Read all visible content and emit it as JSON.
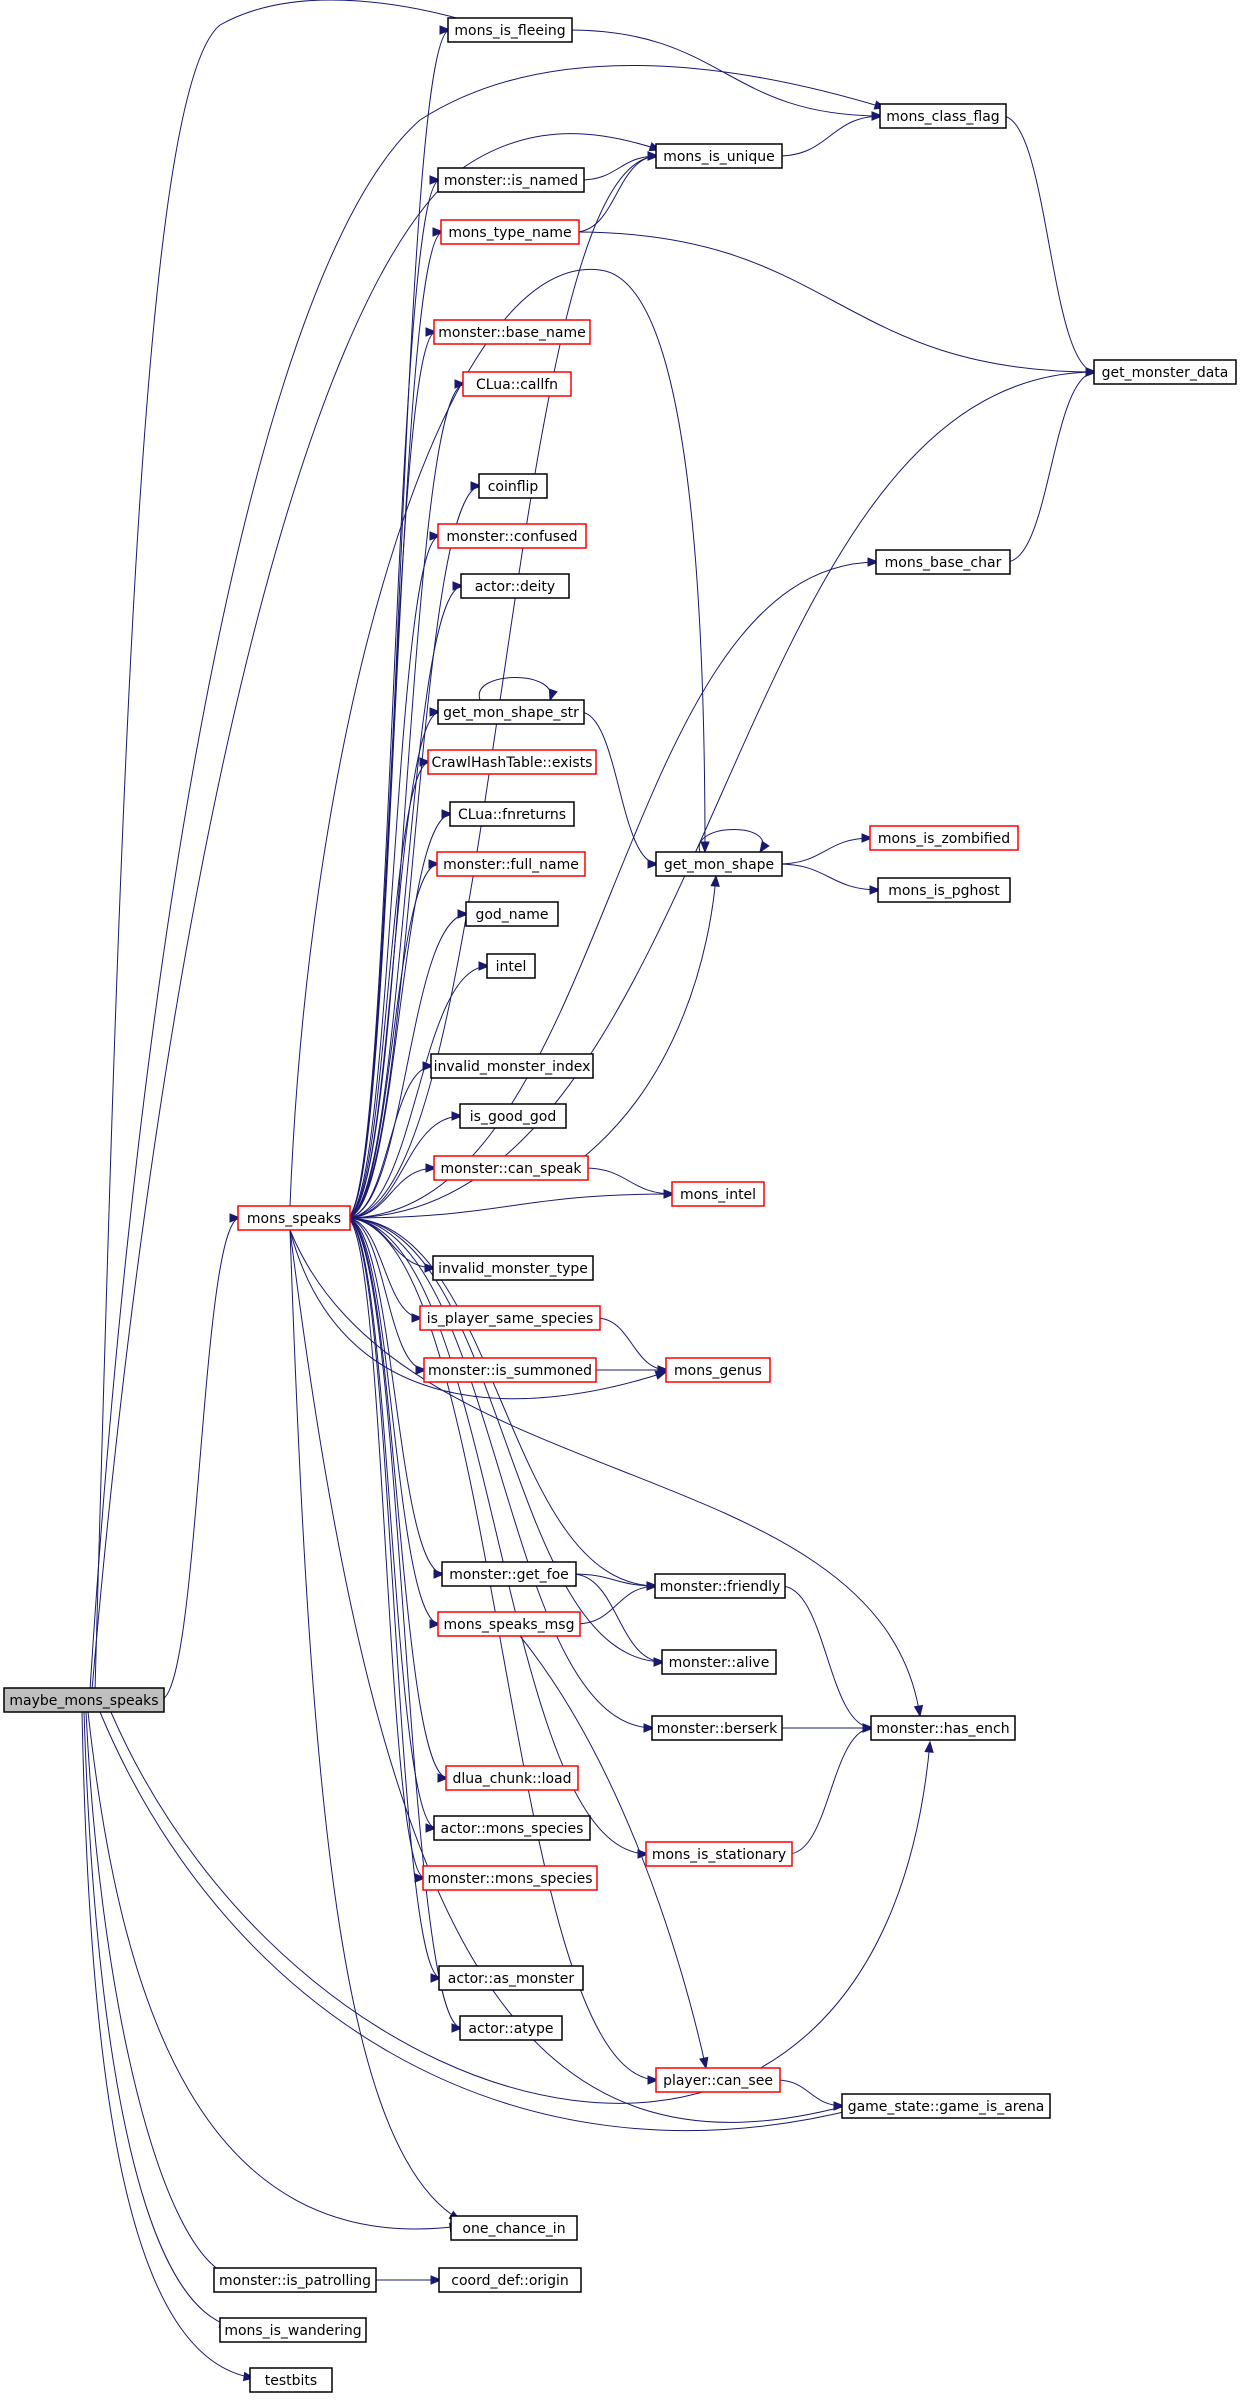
{
  "colors": {
    "edge": "#191970",
    "border_default": "#000000",
    "border_truncated": "#ff0000",
    "root_fill": "#bfbfbf"
  },
  "nodes": [
    {
      "id": "maybe_mons_speaks",
      "label": "maybe_mons_speaks",
      "style": "root"
    },
    {
      "id": "mons_speaks",
      "label": "mons_speaks",
      "style": "red"
    },
    {
      "id": "mons_is_fleeing",
      "label": "mons_is_fleeing",
      "style": "black"
    },
    {
      "id": "mons_class_flag",
      "label": "mons_class_flag",
      "style": "black"
    },
    {
      "id": "mons_is_unique",
      "label": "mons_is_unique",
      "style": "black"
    },
    {
      "id": "monster_is_named",
      "label": "monster::is_named",
      "style": "black"
    },
    {
      "id": "mons_type_name",
      "label": "mons_type_name",
      "style": "red"
    },
    {
      "id": "get_monster_data",
      "label": "get_monster_data",
      "style": "black"
    },
    {
      "id": "monster_base_name",
      "label": "monster::base_name",
      "style": "red"
    },
    {
      "id": "clua_callfn",
      "label": "CLua::callfn",
      "style": "red"
    },
    {
      "id": "coinflip",
      "label": "coinflip",
      "style": "black"
    },
    {
      "id": "monster_confused",
      "label": "monster::confused",
      "style": "red"
    },
    {
      "id": "mons_base_char",
      "label": "mons_base_char",
      "style": "black"
    },
    {
      "id": "actor_deity",
      "label": "actor::deity",
      "style": "black"
    },
    {
      "id": "get_mon_shape_str",
      "label": "get_mon_shape_str",
      "style": "black"
    },
    {
      "id": "crawlhashtable_exists",
      "label": "CrawlHashTable::exists",
      "style": "red"
    },
    {
      "id": "clua_fnreturns",
      "label": "CLua::fnreturns",
      "style": "black"
    },
    {
      "id": "mons_is_zombified",
      "label": "mons_is_zombified",
      "style": "red"
    },
    {
      "id": "get_mon_shape",
      "label": "get_mon_shape",
      "style": "black"
    },
    {
      "id": "monster_full_name",
      "label": "monster::full_name",
      "style": "red"
    },
    {
      "id": "mons_is_pghost",
      "label": "mons_is_pghost",
      "style": "black"
    },
    {
      "id": "god_name",
      "label": "god_name",
      "style": "black"
    },
    {
      "id": "intel",
      "label": "intel",
      "style": "black"
    },
    {
      "id": "invalid_monster_index",
      "label": "invalid_monster_index",
      "style": "black"
    },
    {
      "id": "is_good_god",
      "label": "is_good_god",
      "style": "black"
    },
    {
      "id": "monster_can_speak",
      "label": "monster::can_speak",
      "style": "red"
    },
    {
      "id": "mons_intel",
      "label": "mons_intel",
      "style": "red"
    },
    {
      "id": "invalid_monster_type",
      "label": "invalid_monster_type",
      "style": "black"
    },
    {
      "id": "is_player_same_species",
      "label": "is_player_same_species",
      "style": "red"
    },
    {
      "id": "monster_is_summoned",
      "label": "monster::is_summoned",
      "style": "red"
    },
    {
      "id": "mons_genus",
      "label": "mons_genus",
      "style": "red"
    },
    {
      "id": "monster_get_foe",
      "label": "monster::get_foe",
      "style": "black"
    },
    {
      "id": "monster_friendly",
      "label": "monster::friendly",
      "style": "black"
    },
    {
      "id": "mons_speaks_msg",
      "label": "mons_speaks_msg",
      "style": "red"
    },
    {
      "id": "monster_alive",
      "label": "monster::alive",
      "style": "black"
    },
    {
      "id": "monster_berserk",
      "label": "monster::berserk",
      "style": "black"
    },
    {
      "id": "monster_has_ench",
      "label": "monster::has_ench",
      "style": "black"
    },
    {
      "id": "dlua_chunk_load",
      "label": "dlua_chunk::load",
      "style": "red"
    },
    {
      "id": "actor_mons_species",
      "label": "actor::mons_species",
      "style": "black"
    },
    {
      "id": "mons_is_stationary",
      "label": "mons_is_stationary",
      "style": "red"
    },
    {
      "id": "monster_mons_species",
      "label": "monster::mons_species",
      "style": "red"
    },
    {
      "id": "actor_as_monster",
      "label": "actor::as_monster",
      "style": "black"
    },
    {
      "id": "actor_atype",
      "label": "actor::atype",
      "style": "black"
    },
    {
      "id": "player_can_see",
      "label": "player::can_see",
      "style": "red"
    },
    {
      "id": "game_state_game_is_arena",
      "label": "game_state::game_is_arena",
      "style": "black"
    },
    {
      "id": "one_chance_in",
      "label": "one_chance_in",
      "style": "black"
    },
    {
      "id": "monster_is_patrolling",
      "label": "monster::is_patrolling",
      "style": "black"
    },
    {
      "id": "coord_def_origin",
      "label": "coord_def::origin",
      "style": "black"
    },
    {
      "id": "mons_is_wandering",
      "label": "mons_is_wandering",
      "style": "black"
    },
    {
      "id": "testbits",
      "label": "testbits",
      "style": "black"
    }
  ],
  "edges": [
    [
      "maybe_mons_speaks",
      "mons_is_fleeing"
    ],
    [
      "maybe_mons_speaks",
      "mons_class_flag"
    ],
    [
      "maybe_mons_speaks",
      "mons_is_unique"
    ],
    [
      "maybe_mons_speaks",
      "mons_speaks"
    ],
    [
      "maybe_mons_speaks",
      "monster_has_ench"
    ],
    [
      "maybe_mons_speaks",
      "game_state_game_is_arena"
    ],
    [
      "maybe_mons_speaks",
      "one_chance_in"
    ],
    [
      "maybe_mons_speaks",
      "monster_is_patrolling"
    ],
    [
      "maybe_mons_speaks",
      "mons_is_wandering"
    ],
    [
      "maybe_mons_speaks",
      "testbits"
    ],
    [
      "mons_is_fleeing",
      "mons_class_flag"
    ],
    [
      "mons_is_unique",
      "mons_class_flag"
    ],
    [
      "monster_is_named",
      "mons_is_unique"
    ],
    [
      "mons_type_name",
      "mons_is_unique"
    ],
    [
      "mons_type_name",
      "get_monster_data"
    ],
    [
      "mons_class_flag",
      "get_monster_data"
    ],
    [
      "mons_base_char",
      "get_monster_data"
    ],
    [
      "get_mon_shape_str",
      "get_mon_shape_str"
    ],
    [
      "get_mon_shape_str",
      "get_mon_shape"
    ],
    [
      "get_mon_shape",
      "get_mon_shape"
    ],
    [
      "get_mon_shape",
      "mons_is_zombified"
    ],
    [
      "get_mon_shape",
      "mons_is_pghost"
    ],
    [
      "monster_can_speak",
      "get_mon_shape"
    ],
    [
      "monster_can_speak",
      "mons_intel"
    ],
    [
      "is_player_same_species",
      "mons_genus"
    ],
    [
      "monster_is_summoned",
      "mons_genus"
    ],
    [
      "monster_get_foe",
      "monster_friendly"
    ],
    [
      "monster_get_foe",
      "monster_alive"
    ],
    [
      "mons_speaks_msg",
      "monster_friendly"
    ],
    [
      "mons_speaks_msg",
      "player_can_see"
    ],
    [
      "monster_friendly",
      "monster_has_ench"
    ],
    [
      "monster_berserk",
      "monster_has_ench"
    ],
    [
      "mons_is_stationary",
      "monster_has_ench"
    ],
    [
      "player_can_see",
      "game_state_game_is_arena"
    ],
    [
      "monster_is_patrolling",
      "coord_def_origin"
    ],
    [
      "mons_speaks",
      "mons_is_fleeing"
    ],
    [
      "mons_speaks",
      "mons_is_unique"
    ],
    [
      "mons_speaks",
      "monster_is_named"
    ],
    [
      "mons_speaks",
      "mons_type_name"
    ],
    [
      "mons_speaks",
      "get_mon_shape"
    ],
    [
      "mons_speaks",
      "monster_base_name"
    ],
    [
      "mons_speaks",
      "clua_callfn"
    ],
    [
      "mons_speaks",
      "get_monster_data"
    ],
    [
      "mons_speaks",
      "coinflip"
    ],
    [
      "mons_speaks",
      "monster_confused"
    ],
    [
      "mons_speaks",
      "actor_deity"
    ],
    [
      "mons_speaks",
      "mons_base_char"
    ],
    [
      "mons_speaks",
      "get_mon_shape_str"
    ],
    [
      "mons_speaks",
      "crawlhashtable_exists"
    ],
    [
      "mons_speaks",
      "clua_fnreturns"
    ],
    [
      "mons_speaks",
      "monster_full_name"
    ],
    [
      "mons_speaks",
      "god_name"
    ],
    [
      "mons_speaks",
      "intel"
    ],
    [
      "mons_speaks",
      "invalid_monster_index"
    ],
    [
      "mons_speaks",
      "is_good_god"
    ],
    [
      "mons_speaks",
      "monster_can_speak"
    ],
    [
      "mons_speaks",
      "mons_intel"
    ],
    [
      "mons_speaks",
      "invalid_monster_type"
    ],
    [
      "mons_speaks",
      "is_player_same_species"
    ],
    [
      "mons_speaks",
      "monster_is_summoned"
    ],
    [
      "mons_speaks",
      "mons_genus"
    ],
    [
      "mons_speaks",
      "monster_friendly"
    ],
    [
      "mons_speaks",
      "monster_has_ench"
    ],
    [
      "mons_speaks",
      "monster_get_foe"
    ],
    [
      "mons_speaks",
      "mons_speaks_msg"
    ],
    [
      "mons_speaks",
      "monster_alive"
    ],
    [
      "mons_speaks",
      "monster_berserk"
    ],
    [
      "mons_speaks",
      "dlua_chunk_load"
    ],
    [
      "mons_speaks",
      "actor_mons_species"
    ],
    [
      "mons_speaks",
      "monster_mons_species"
    ],
    [
      "mons_speaks",
      "mons_is_stationary"
    ],
    [
      "mons_speaks",
      "actor_as_monster"
    ],
    [
      "mons_speaks",
      "actor_atype"
    ],
    [
      "mons_speaks",
      "player_can_see"
    ],
    [
      "mons_speaks",
      "game_state_game_is_arena"
    ],
    [
      "mons_speaks",
      "one_chance_in"
    ]
  ]
}
